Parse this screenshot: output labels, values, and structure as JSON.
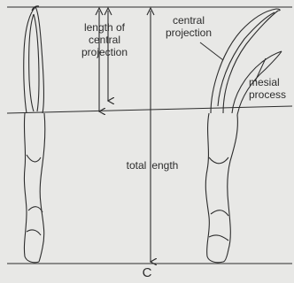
{
  "labels": {
    "length_central_line1": "length of",
    "length_central_line2": "central",
    "length_central_line3": "projection",
    "total_length": "total length",
    "central_projection_line1": "central",
    "central_projection_line2": "projection",
    "mesial_process_line1": "mesial",
    "mesial_process_line2": "process",
    "caption": "C"
  },
  "colors": {
    "background": "#e8e8e6",
    "ink": "#2c2c2c"
  }
}
